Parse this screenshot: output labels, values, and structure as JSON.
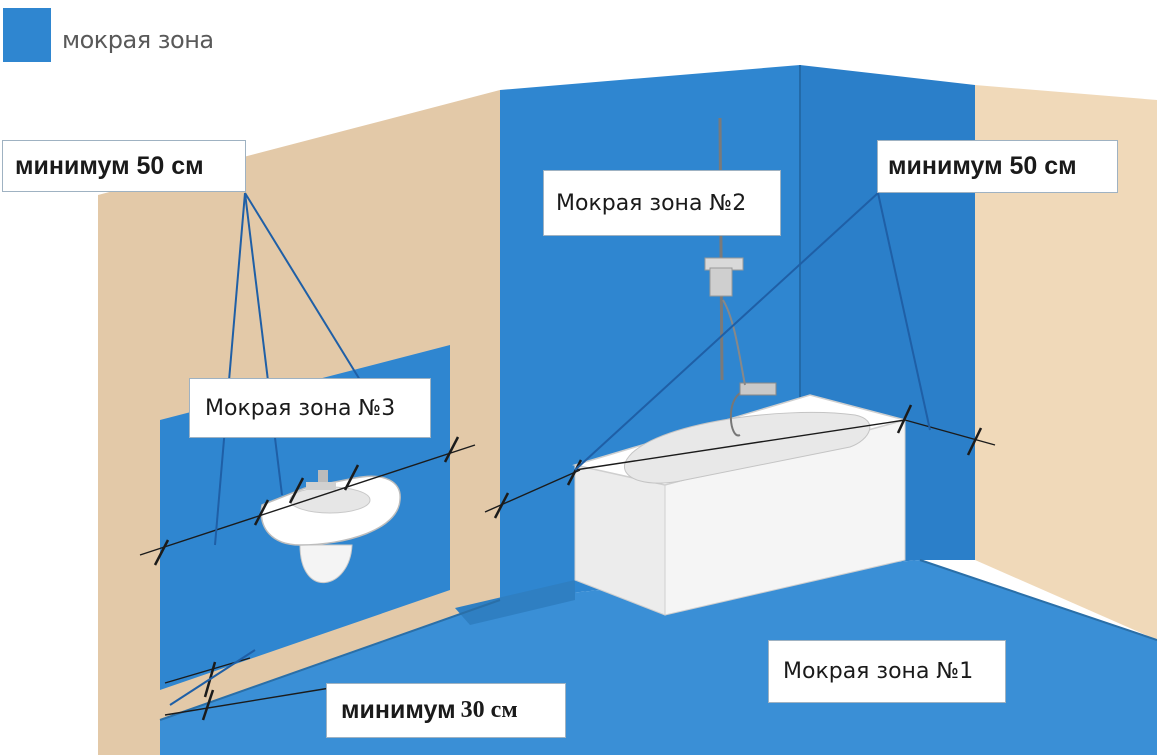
{
  "legend": {
    "label": "мокрая зона",
    "color": "#2f86d0"
  },
  "labels": {
    "min50_left": "минимум 50 см",
    "min50_right": "минимум 50 см",
    "zone2": "Мокрая зона №2",
    "zone3": "Мокрая зона №3",
    "zone1": "Мокрая зона №1",
    "min30_word": "минимум",
    "min30_value": "30 см"
  },
  "colors": {
    "wet_zone": "#2f86d0",
    "wet_zone_dark": "#2b7cc2",
    "floor": "#3a8fd6",
    "dry_wall": "#e3c9a8",
    "bathtub": "#f2f2f2",
    "sink": "#ffffff"
  }
}
